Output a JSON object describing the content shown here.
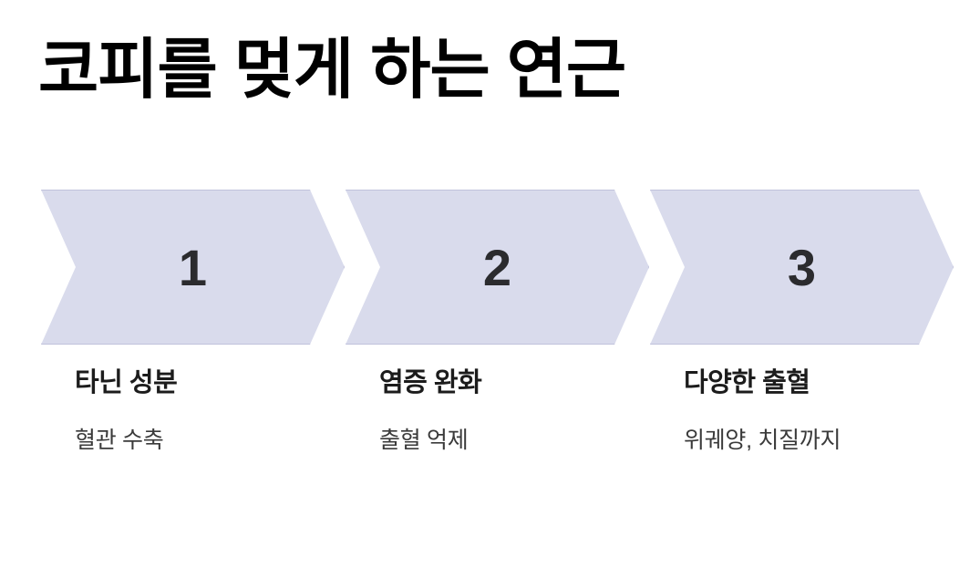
{
  "slide": {
    "background_color": "#ffffff",
    "title": "코피를 멎게 하는 연근"
  },
  "theme": {
    "chevron_fill": "#d9dbec",
    "chevron_border": "#c0c2dc",
    "number_color": "#2b2b2e",
    "title_color": "#000000",
    "heading_color": "#1c1c1c",
    "subtext_color": "#3a3a3a"
  },
  "steps": [
    {
      "number": "1",
      "heading": "타닌 성분",
      "subtext": "혈관 수축"
    },
    {
      "number": "2",
      "heading": "염증 완화",
      "subtext": "출혈 억제"
    },
    {
      "number": "3",
      "heading": "다양한 출혈",
      "subtext": "위궤양, 치질까지"
    }
  ]
}
